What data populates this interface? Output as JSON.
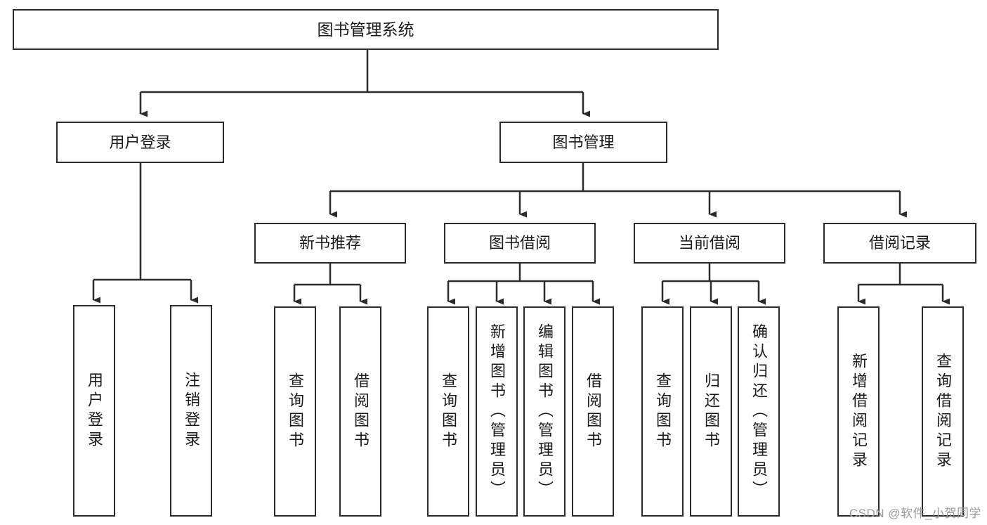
{
  "diagram": {
    "title": "图书管理系统",
    "watermark": "CSDN @软件_小贺同学",
    "colors": {
      "background": "#ffffff",
      "node_border": "#2b2b2b",
      "node_fill": "#ffffff",
      "edge": "#2b2b2b",
      "text": "#1a1a1a",
      "watermark": "#9a9a9a"
    },
    "root": {
      "label": "图书管理系统"
    },
    "level2": [
      {
        "label": "用户登录"
      },
      {
        "label": "图书管理"
      }
    ],
    "level3": [
      {
        "label": "新书推荐"
      },
      {
        "label": "图书借阅"
      },
      {
        "label": "当前借阅"
      },
      {
        "label": "借阅记录"
      }
    ],
    "leaves": {
      "user_login": [
        {
          "label": "用户登录"
        },
        {
          "label": "注销登录"
        }
      ],
      "new_book_recommend": [
        {
          "label": "查询图书"
        },
        {
          "label": "借阅图书"
        }
      ],
      "book_borrow": [
        {
          "label": "查询图书"
        },
        {
          "label": "新增图书（管理员）"
        },
        {
          "label": "编辑图书（管理员）"
        },
        {
          "label": "借阅图书"
        }
      ],
      "current_borrow": [
        {
          "label": "查询图书"
        },
        {
          "label": "归还图书"
        },
        {
          "label": "确认归还（管理员）"
        }
      ],
      "borrow_record": [
        {
          "label": "新增借阅记录"
        },
        {
          "label": "查询借阅记录"
        }
      ]
    }
  }
}
